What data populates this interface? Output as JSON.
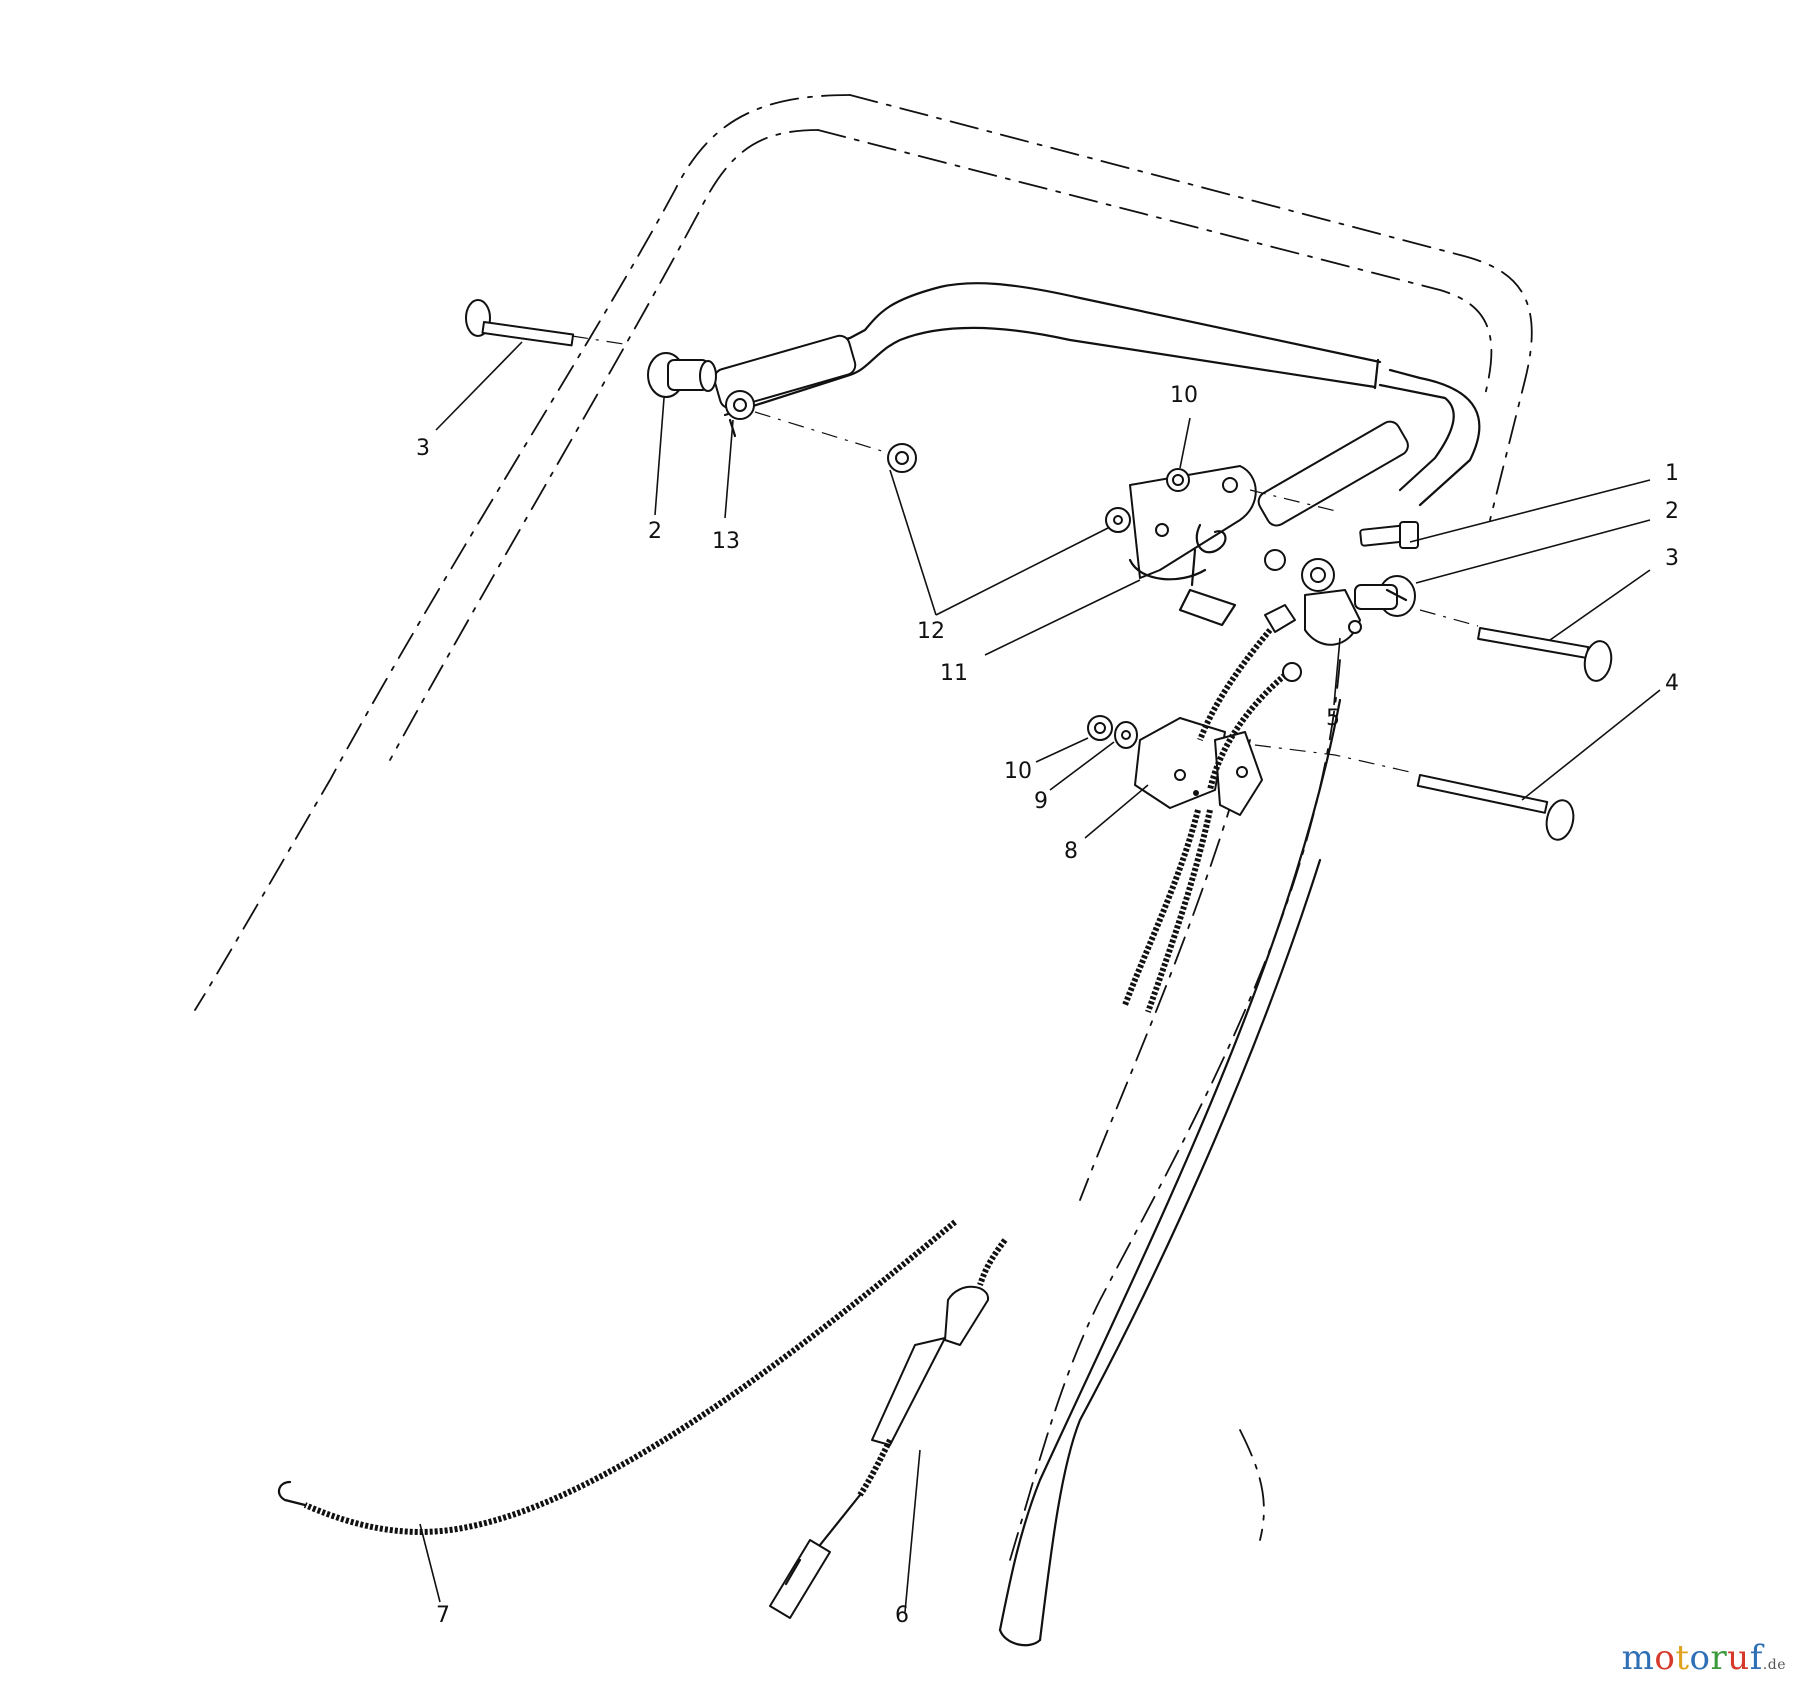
{
  "diagram": {
    "callouts": [
      {
        "id": "c1",
        "text": "1"
      },
      {
        "id": "c2a",
        "text": "2"
      },
      {
        "id": "c2b",
        "text": "2"
      },
      {
        "id": "c3a",
        "text": "3"
      },
      {
        "id": "c3b",
        "text": "3"
      },
      {
        "id": "c4",
        "text": "4"
      },
      {
        "id": "c5",
        "text": "5"
      },
      {
        "id": "c6",
        "text": "6"
      },
      {
        "id": "c7",
        "text": "7"
      },
      {
        "id": "c8",
        "text": "8"
      },
      {
        "id": "c9",
        "text": "9"
      },
      {
        "id": "c10a",
        "text": "10"
      },
      {
        "id": "c10b",
        "text": "10"
      },
      {
        "id": "c11",
        "text": "11"
      },
      {
        "id": "c12",
        "text": "12"
      },
      {
        "id": "c13",
        "text": "13"
      }
    ]
  },
  "watermark": {
    "letters": [
      "m",
      "o",
      "t",
      "o",
      "r",
      "u",
      "f"
    ],
    "colors": [
      "#2e6fb5",
      "#d63a2a",
      "#e0a321",
      "#2e6fb5",
      "#3a9a3a",
      "#d63a2a",
      "#2e6fb5"
    ],
    "tld": ".de"
  }
}
